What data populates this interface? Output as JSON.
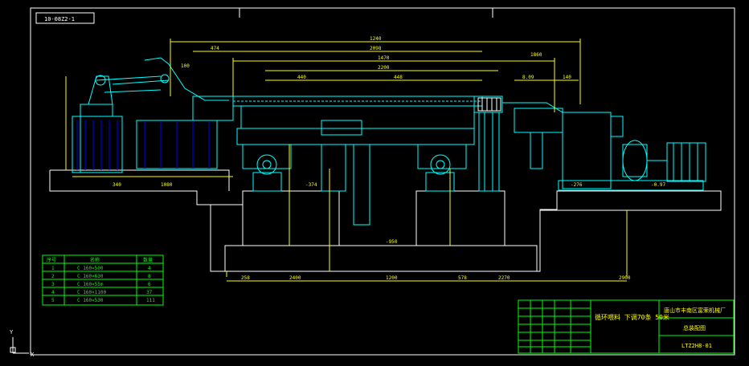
{
  "drawing": {
    "code_box": "10-08Z2-1",
    "title_line1": "循环喂料 下调70条 50米",
    "company": "唐山市丰南区富荣机械厂",
    "drawing_name": "总装配图",
    "drawing_no": "LTZ2H8-01"
  },
  "dims_top": [
    "1240",
    "474",
    "2098",
    "1470",
    "2200",
    "440",
    "448",
    "1860",
    "8.09",
    "140",
    "100",
    "340",
    "1080"
  ],
  "dims_bottom": [
    "258",
    "2400",
    "1200",
    "578",
    "2270",
    "2900"
  ],
  "level_marks": [
    "-374",
    "-950",
    "-276",
    "-0.97"
  ],
  "bom": {
    "headers": [
      "序号",
      "名称",
      "数量"
    ],
    "rows": [
      {
        "no": "1",
        "name": "C 160×500",
        "qty": "4"
      },
      {
        "no": "2",
        "name": "C 160×630",
        "qty": "8"
      },
      {
        "no": "3",
        "name": "C 160×55m",
        "qty": "6"
      },
      {
        "no": "4",
        "name": "C 160×1100",
        "qty": "37"
      },
      {
        "no": "5",
        "name": "C 160×530",
        "qty": "111"
      }
    ]
  },
  "axis": {
    "y_label": "Y",
    "x_label": "X"
  },
  "colors": {
    "background": "#000000",
    "frame": "#ffffff",
    "machine": "#00ffff",
    "dimension": "#ffff00",
    "table": "#00ff00",
    "structure": "#0000ff",
    "accent": "#ff00ff"
  }
}
